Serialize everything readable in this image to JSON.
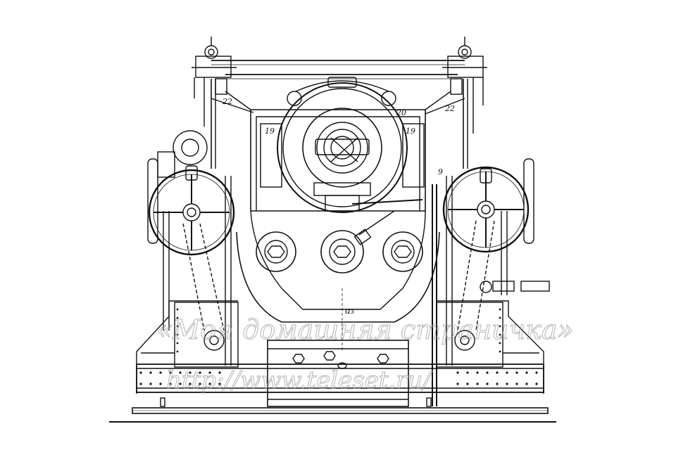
{
  "labels": {
    "l22_left": "22",
    "l22_right": "22",
    "l20": "20",
    "l19_left": "19",
    "l19_right": "19",
    "l9": "9",
    "a3": "a₃"
  },
  "watermark": {
    "line1": "«Моя домашняя страничка»",
    "line2": "http://www.teleset.ru/"
  },
  "colors": {
    "ink": "#111111",
    "paper": "#ffffff",
    "watermark": "#9a9a9a"
  }
}
